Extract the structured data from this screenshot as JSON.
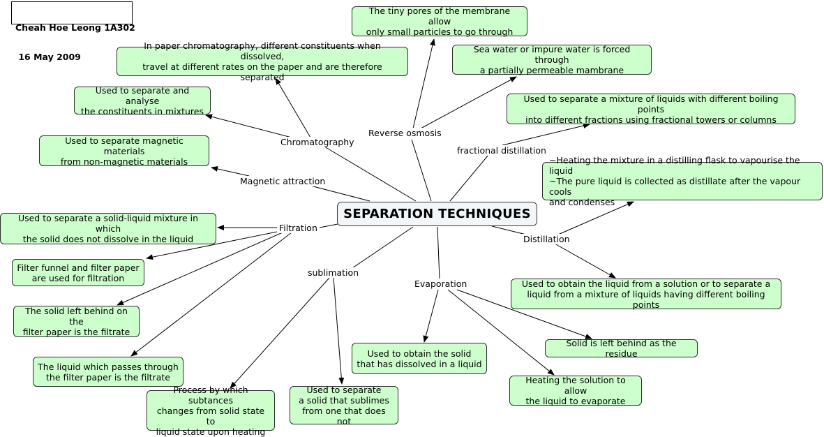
{
  "author": {
    "name": "Cheah Hoe Leong 1A302",
    "date": " 16 May 2009"
  },
  "central": "SEPARATION TECHNIQUES",
  "labels": {
    "chromatography": "Chromatography",
    "reverse_osmosis": "Reverse osmosis",
    "fractional_distillation": "fractional distillation",
    "magnetic_attraction": "Magnetic attraction",
    "filtration": "Filtration",
    "distillation": "Distillation",
    "sublimation": "sublimation",
    "evaporation": "Evaporation"
  },
  "nodes": {
    "ro_pores": "The tiny pores of the membrane allow\nonly small particles to go through",
    "ro_forced": "Sea water or impure water is forced through\na partially permeable mambrane",
    "chrom_paper": "In paper chromatography, different constituents when dissolved,\ntravel at different rates on the paper and are therefore separated",
    "chrom_analyse": "Used to separate and analyse\nthe constituents in mixtures",
    "frac_use": "Used to separate a mixture of liquids with different boiling points\ninto different fractions using fractional towers or columns",
    "mag_use": "Used to separate magnetic materials\nfrom non-magnetic materials",
    "dist_process": "~Heating the mixture in a distilling flask to vapourise the liquid\n~The pure liquid is collected as distillate after the vapour cools\n   and condenses",
    "filt_use": "Used to separate a solid-liquid mixture in which\nthe solid does not dissolve in the liquid",
    "filt_funnel": "Filter funnel and filter paper\nare used for filtration",
    "filt_solid": "The solid left behind on the\nfilter paper is the filtrate",
    "filt_liquid": "The liquid which passes through\nthe filter paper is the filtrate",
    "dist_use": "Used to obtain the liquid from a solution or to separate a\nliquid from a mixture of liquids having different boiling points",
    "evap_residue": "Solid is left behind as the residue",
    "evap_obtain": "Used to obtain the solid\nthat has dissolved in a liquid",
    "evap_heat": "Heating the solution to allow\nthe liquid to evaporate",
    "sub_process": "Process by which subtances\nchanges from solid state to\nliquid state upon heating",
    "sub_use": "Used to separate\na solid that sublimes\nfrom one that does not"
  }
}
